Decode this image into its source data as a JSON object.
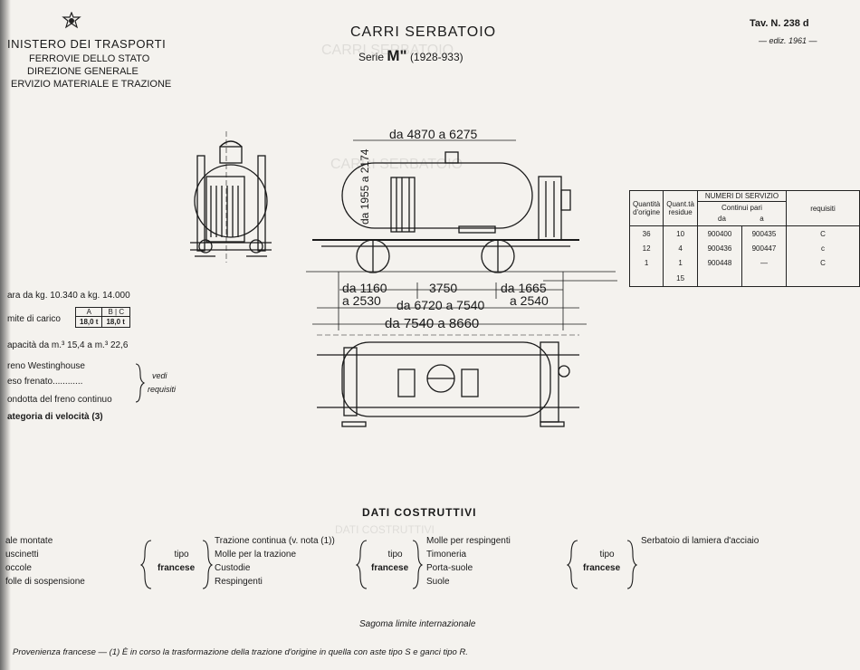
{
  "header": {
    "ministry": "INISTERO DEI TRASPORTI",
    "railway": "FERROVIE DELLO STATO",
    "direction": "DIREZIONE GENERALE",
    "service": "ERVIZIO MATERIALE E TRAZIONE",
    "title": "CARRI SERBATOIO",
    "serie_prefix": "Serie",
    "serie_code": "M\"",
    "serie_years": "(1928-933)",
    "tav": "Tav. N. 238 d",
    "ediz": "— ediz. 1961 —"
  },
  "dimensions": {
    "top_length": "da 4870 a 6275",
    "height": "da 1955 a 2174",
    "d1160": "da 1160",
    "d3750": "3750",
    "d1665": "da 1665",
    "d2530": "a 2530",
    "d2540": "a 2540",
    "d6720": "da 6720 a 7540",
    "d7540": "da 7540 a 8660"
  },
  "specs": {
    "tara": "ara da kg. 10.340 a kg. 14.000",
    "carico_label": "mite di carico",
    "carico_headers": [
      "A",
      "B",
      "C"
    ],
    "carico_values": [
      "18,0 t",
      "18,0 t"
    ],
    "capacita": "apacità da m.³ 15,4 a m.³ 22,6",
    "freno": "reno Westinghouse",
    "frenato": "eso frenato............",
    "condotta": "ondotta del freno continuo",
    "categoria": "ategoria di velocità (3)",
    "vedi": "vedi",
    "requisiti": "requisiti"
  },
  "req_table": {
    "headers": {
      "quantita": "Quantità d'origine",
      "quant_residue": "Quant.tà residue",
      "numeri": "NUMERI DI SERVIZIO",
      "continui": "Continui pari",
      "da": "da",
      "a": "a",
      "requisiti": "requisiti"
    },
    "rows": [
      {
        "q": "36",
        "r": "10",
        "da": "900400",
        "a": "900435",
        "req": "C"
      },
      {
        "q": "12",
        "r": "4",
        "da": "900436",
        "a": "900447",
        "req": "c"
      },
      {
        "q": "1",
        "r": "1",
        "da": "900448",
        "a": "—",
        "req": "C"
      },
      {
        "q": "",
        "r": "15",
        "da": "",
        "a": "",
        "req": ""
      }
    ]
  },
  "dati": {
    "title": "DATI COSTRUTTIVI",
    "col0": [
      "ale montate",
      "uscinetti",
      "occole",
      "folle di sospensione"
    ],
    "tipo": "tipo",
    "francese": "francese",
    "col1": [
      "Trazione continua (v. nota (1))",
      "Molle per la trazione",
      "Custodie",
      "Respingenti"
    ],
    "col2": [
      "Molle per respingenti",
      "Timoneria",
      "Porta-suole",
      "Suole"
    ],
    "col3": [
      "Serbatoio di lamiera d'acciaio"
    ],
    "sagoma": "Sagoma limite internazionale",
    "note": "Provenienza francese — (1) È in corso la trasformazione della trazione d'origine in quella con aste tipo S e ganci tipo R."
  }
}
